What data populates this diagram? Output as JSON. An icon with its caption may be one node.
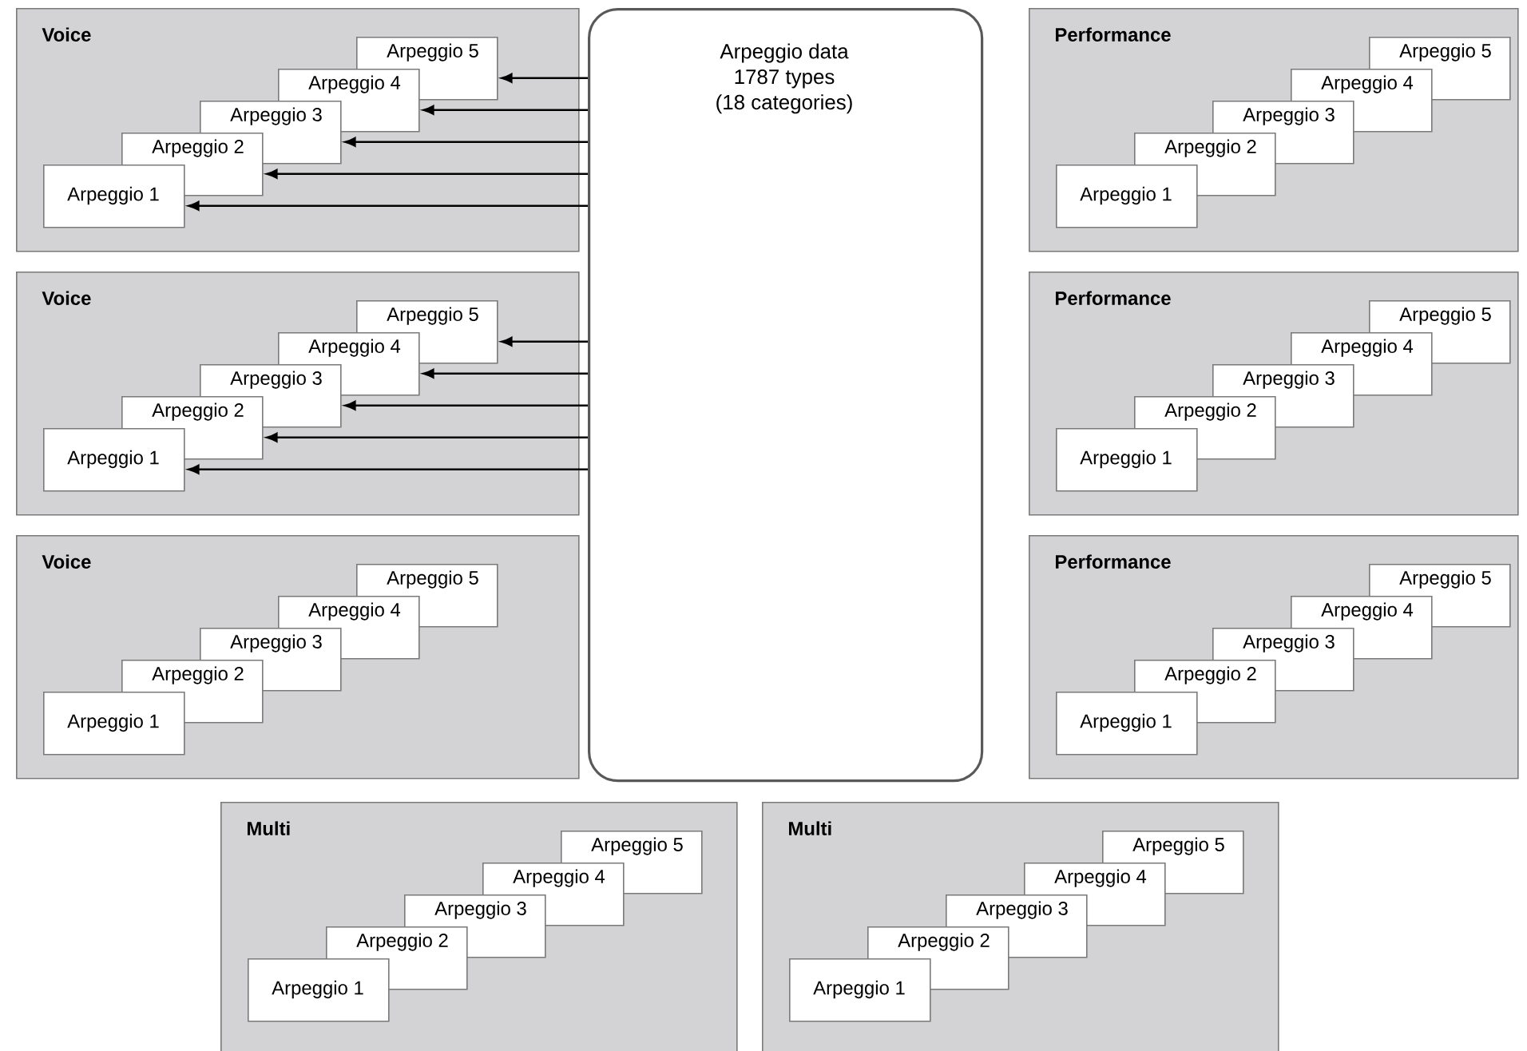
{
  "diagram": {
    "nodes": [
      {
        "text": [
          "Voice"
        ]
      },
      {
        "text": [
          "Arpeggio 1"
        ],
        "in": 0
      },
      {
        "text": [
          "Arpeggio 2"
        ],
        "in": 0
      },
      {
        "text": [
          "Arpeggio 3"
        ],
        "in": 0
      },
      {
        "text": [
          "Arpeggio 4"
        ],
        "in": 0
      },
      {
        "text": [
          "Arpeggio 5"
        ],
        "in": 0
      },
      {
        "text": [
          "Arpeggio data",
          "1787 types",
          "(18 categories)"
        ]
      },
      {
        "text": [
          "Performance"
        ]
      },
      {
        "text": [
          "Arpeggio 1"
        ],
        "in": 7
      },
      {
        "text": [
          "Arpeggio 2"
        ],
        "in": 7
      },
      {
        "text": [
          "Arpeggio 3"
        ],
        "in": 7
      },
      {
        "text": [
          "Arpeggio 4"
        ],
        "in": 7
      },
      {
        "text": [
          "Arpeggio 5"
        ],
        "in": 7
      },
      {
        "text": [
          "Voice"
        ]
      },
      {
        "text": [
          "Arpeggio 1"
        ],
        "in": 13
      },
      {
        "text": [
          "Arpeggio 2"
        ],
        "in": 13
      },
      {
        "text": [
          "Arpeggio 3"
        ],
        "in": 13
      },
      {
        "text": [
          "Arpeggio 4"
        ],
        "in": 13
      },
      {
        "text": [
          "Arpeggio 5"
        ],
        "in": 13
      },
      {
        "text": [
          "Performance"
        ]
      },
      {
        "text": [
          "Arpeggio 1"
        ],
        "in": 19
      },
      {
        "text": [
          "Arpeggio 2"
        ],
        "in": 19
      },
      {
        "text": [
          "Arpeggio 3"
        ],
        "in": 19
      },
      {
        "text": [
          "Arpeggio 4"
        ],
        "in": 19
      },
      {
        "text": [
          "Arpeggio 5"
        ],
        "in": 19
      },
      {
        "text": [
          "Voice"
        ]
      },
      {
        "text": [
          "Arpeggio 1"
        ],
        "in": 25
      },
      {
        "text": [
          "Arpeggio 2"
        ],
        "in": 25
      },
      {
        "text": [
          "Arpeggio 3"
        ],
        "in": 25
      },
      {
        "text": [
          "Arpeggio 4"
        ],
        "in": 25
      },
      {
        "text": [
          "Arpeggio 5"
        ],
        "in": 25
      },
      {
        "text": [
          "Performance"
        ]
      },
      {
        "text": [
          "Arpeggio 1"
        ],
        "in": 31
      },
      {
        "text": [
          "Arpeggio 2"
        ],
        "in": 31
      },
      {
        "text": [
          "Arpeggio 3"
        ],
        "in": 31
      },
      {
        "text": [
          "Arpeggio 4"
        ],
        "in": 31
      },
      {
        "text": [
          "Arpeggio 5"
        ],
        "in": 31
      },
      {
        "text": [
          "Multi"
        ]
      },
      {
        "text": [
          "Arpeggio 1"
        ],
        "in": 37
      },
      {
        "text": [
          "Arpeggio 2"
        ],
        "in": 37
      },
      {
        "text": [
          "Arpeggio 3"
        ],
        "in": 37
      },
      {
        "text": [
          "Arpeggio 4"
        ],
        "in": 37
      },
      {
        "text": [
          "Arpeggio 5"
        ],
        "in": 37
      },
      {
        "text": [
          "Multi"
        ]
      },
      {
        "text": [
          "Arpeggio 1"
        ],
        "in": 43
      },
      {
        "text": [
          "Arpeggio 2"
        ],
        "in": 43
      },
      {
        "text": [
          "Arpeggio 3"
        ],
        "in": 43
      },
      {
        "text": [
          "Arpeggio 4"
        ],
        "in": 43
      },
      {
        "text": [
          "Arpeggio 5"
        ],
        "in": 43
      }
    ],
    "edges": [
      {
        "from": 6,
        "to": 5,
        "arrow": "to"
      },
      {
        "from": 6,
        "to": 4,
        "arrow": "to"
      },
      {
        "from": 6,
        "to": 3,
        "arrow": "to"
      },
      {
        "from": 6,
        "to": 2,
        "arrow": "to"
      },
      {
        "from": 6,
        "to": 1,
        "arrow": "to"
      },
      {
        "from": 6,
        "to": 18,
        "arrow": "to"
      },
      {
        "from": 6,
        "to": 17,
        "arrow": "to"
      },
      {
        "from": 6,
        "to": 16,
        "arrow": "to"
      },
      {
        "from": 6,
        "to": 15,
        "arrow": "to"
      },
      {
        "from": 6,
        "to": 14,
        "arrow": "to"
      }
    ]
  }
}
